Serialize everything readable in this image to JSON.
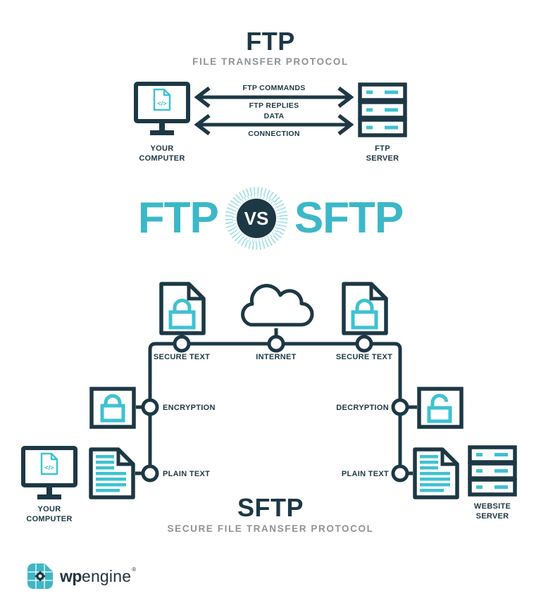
{
  "ftp": {
    "title": "FTP",
    "subtitle": "FILE TRANSFER PROTOCOL",
    "arrow1_top": "FTP COMMANDS",
    "arrow1_bottom": "FTP REPLIES",
    "arrow2_top": "DATA",
    "arrow2_bottom": "CONNECTION",
    "computer_label_line1": "YOUR",
    "computer_label_line2": "COMPUTER",
    "server_label_line1": "FTP",
    "server_label_line2": "SERVER",
    "code_glyph": "</>"
  },
  "versus": {
    "left": "FTP",
    "badge": "VS",
    "right": "SFTP"
  },
  "sftp": {
    "title": "SFTP",
    "subtitle": "SECURE FILE TRANSFER PROTOCOL",
    "secure_left": "SECURE TEXT",
    "internet": "INTERNET",
    "secure_right": "SECURE TEXT",
    "encryption": "ENCRYPTION",
    "decryption": "DECRYPTION",
    "plain_left": "PLAIN TEXT",
    "plain_right": "PLAIN TEXT",
    "computer_label_line1": "YOUR",
    "computer_label_line2": "COMPUTER",
    "server_label_line1": "WEBSITE",
    "server_label_line2": "SERVER",
    "code_glyph": "</>"
  },
  "footer": {
    "brand_bold": "wp",
    "brand_rest": "engine",
    "registered": "®"
  },
  "colors": {
    "dark": "#1d3845",
    "teal": "#3fc1d1",
    "teal_light": "#9edde5",
    "gray": "#8f9296"
  }
}
